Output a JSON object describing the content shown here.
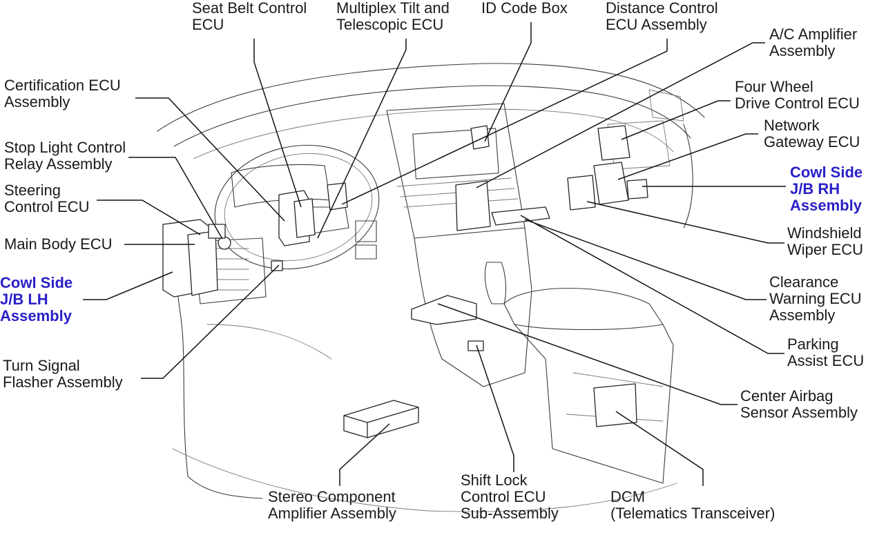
{
  "labels": {
    "seat_belt": [
      "Seat Belt Control",
      "ECU"
    ],
    "tilt_tele": [
      "Multiplex Tilt and",
      "Telescopic ECU"
    ],
    "id_code": [
      "ID Code Box"
    ],
    "distance": [
      "Distance Control",
      "ECU Assembly"
    ],
    "ac_amp": [
      "A/C Amplifier",
      "Assembly"
    ],
    "certification": [
      "Certification ECU",
      "Assembly"
    ],
    "four_wheel": [
      "Four Wheel",
      "Drive Control ECU"
    ],
    "network_gw": [
      "Network",
      "Gateway ECU"
    ],
    "stop_light": [
      "Stop Light Control",
      "Relay Assembly"
    ],
    "cowl_rh": [
      "Cowl Side",
      "J/B RH",
      "Assembly"
    ],
    "steering": [
      "Steering",
      "Control ECU"
    ],
    "main_body": [
      "Main Body ECU"
    ],
    "windshield": [
      "Windshield",
      "Wiper ECU"
    ],
    "cowl_lh": [
      "Cowl Side",
      "J/B LH",
      "Assembly"
    ],
    "clearance": [
      "Clearance",
      "Warning ECU",
      "Assembly"
    ],
    "parking": [
      "Parking",
      "Assist ECU"
    ],
    "turn_signal": [
      "Turn Signal",
      "Flasher Assembly"
    ],
    "center_airbag": [
      "Center Airbag",
      "Sensor Assembly"
    ],
    "shift_lock": [
      "Shift Lock",
      "Control ECU",
      "Sub-Assembly"
    ],
    "stereo": [
      "Stereo Component",
      "Amplifier Assembly"
    ],
    "dcm": [
      "DCM",
      "(Telematics Transceiver)"
    ]
  },
  "colors": {
    "text": "#1a1a1a",
    "highlight": "#2a20c8",
    "line": "#111111"
  }
}
